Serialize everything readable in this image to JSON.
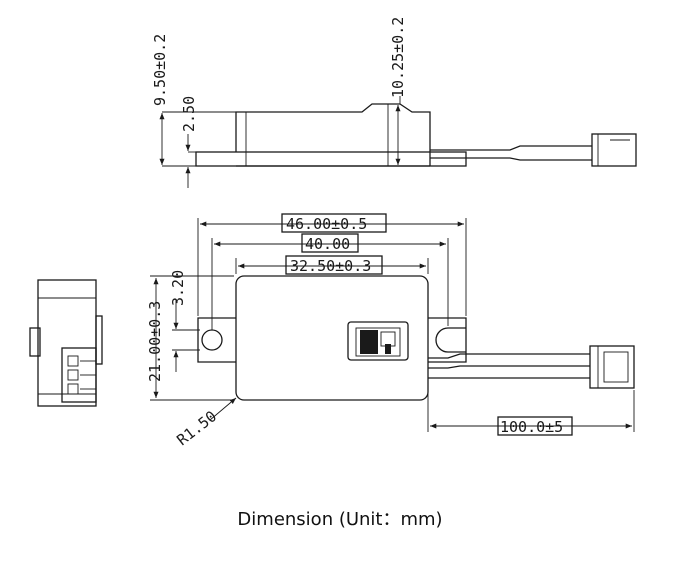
{
  "caption": "Dimension (Unit：mm)",
  "dimensions": {
    "side_height": "9.50±0.2",
    "side_base": "2.50",
    "side_tall": "10.25±0.2",
    "overall_length": "46.00±0.5",
    "hole_pitch": "40.00",
    "body_length": "32.50±0.3",
    "hole_offset": "3.20",
    "body_width": "21.00±0.3",
    "corner_radius": "R1.50",
    "cable_length": "100.0±5"
  }
}
